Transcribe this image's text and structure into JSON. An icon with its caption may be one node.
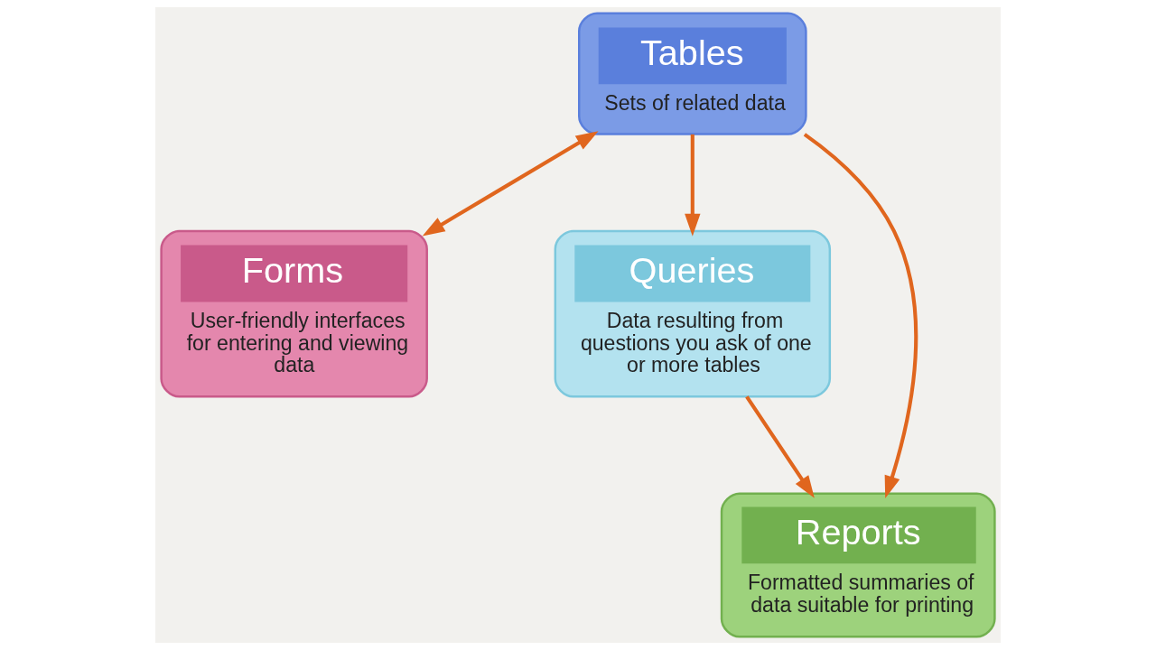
{
  "diagram": {
    "nodes": [
      {
        "text": [
          "Tables",
          "Sets of related data"
        ]
      },
      {
        "text": [
          "Forms",
          "User-friendly interfaces for entering and viewing data"
        ]
      },
      {
        "text": [
          "Queries",
          "Data resulting from questions you ask of one or more tables"
        ]
      },
      {
        "text": [
          "Reports",
          "Formatted summaries of data suitable for printing"
        ]
      }
    ],
    "edges": [
      {
        "from": 0,
        "to": 1,
        "arrow": "both"
      },
      {
        "from": 0,
        "to": 2,
        "arrow": "to"
      },
      {
        "from": 0,
        "to": 3,
        "arrow": "to"
      },
      {
        "from": 2,
        "to": 3,
        "arrow": "to"
      }
    ]
  }
}
